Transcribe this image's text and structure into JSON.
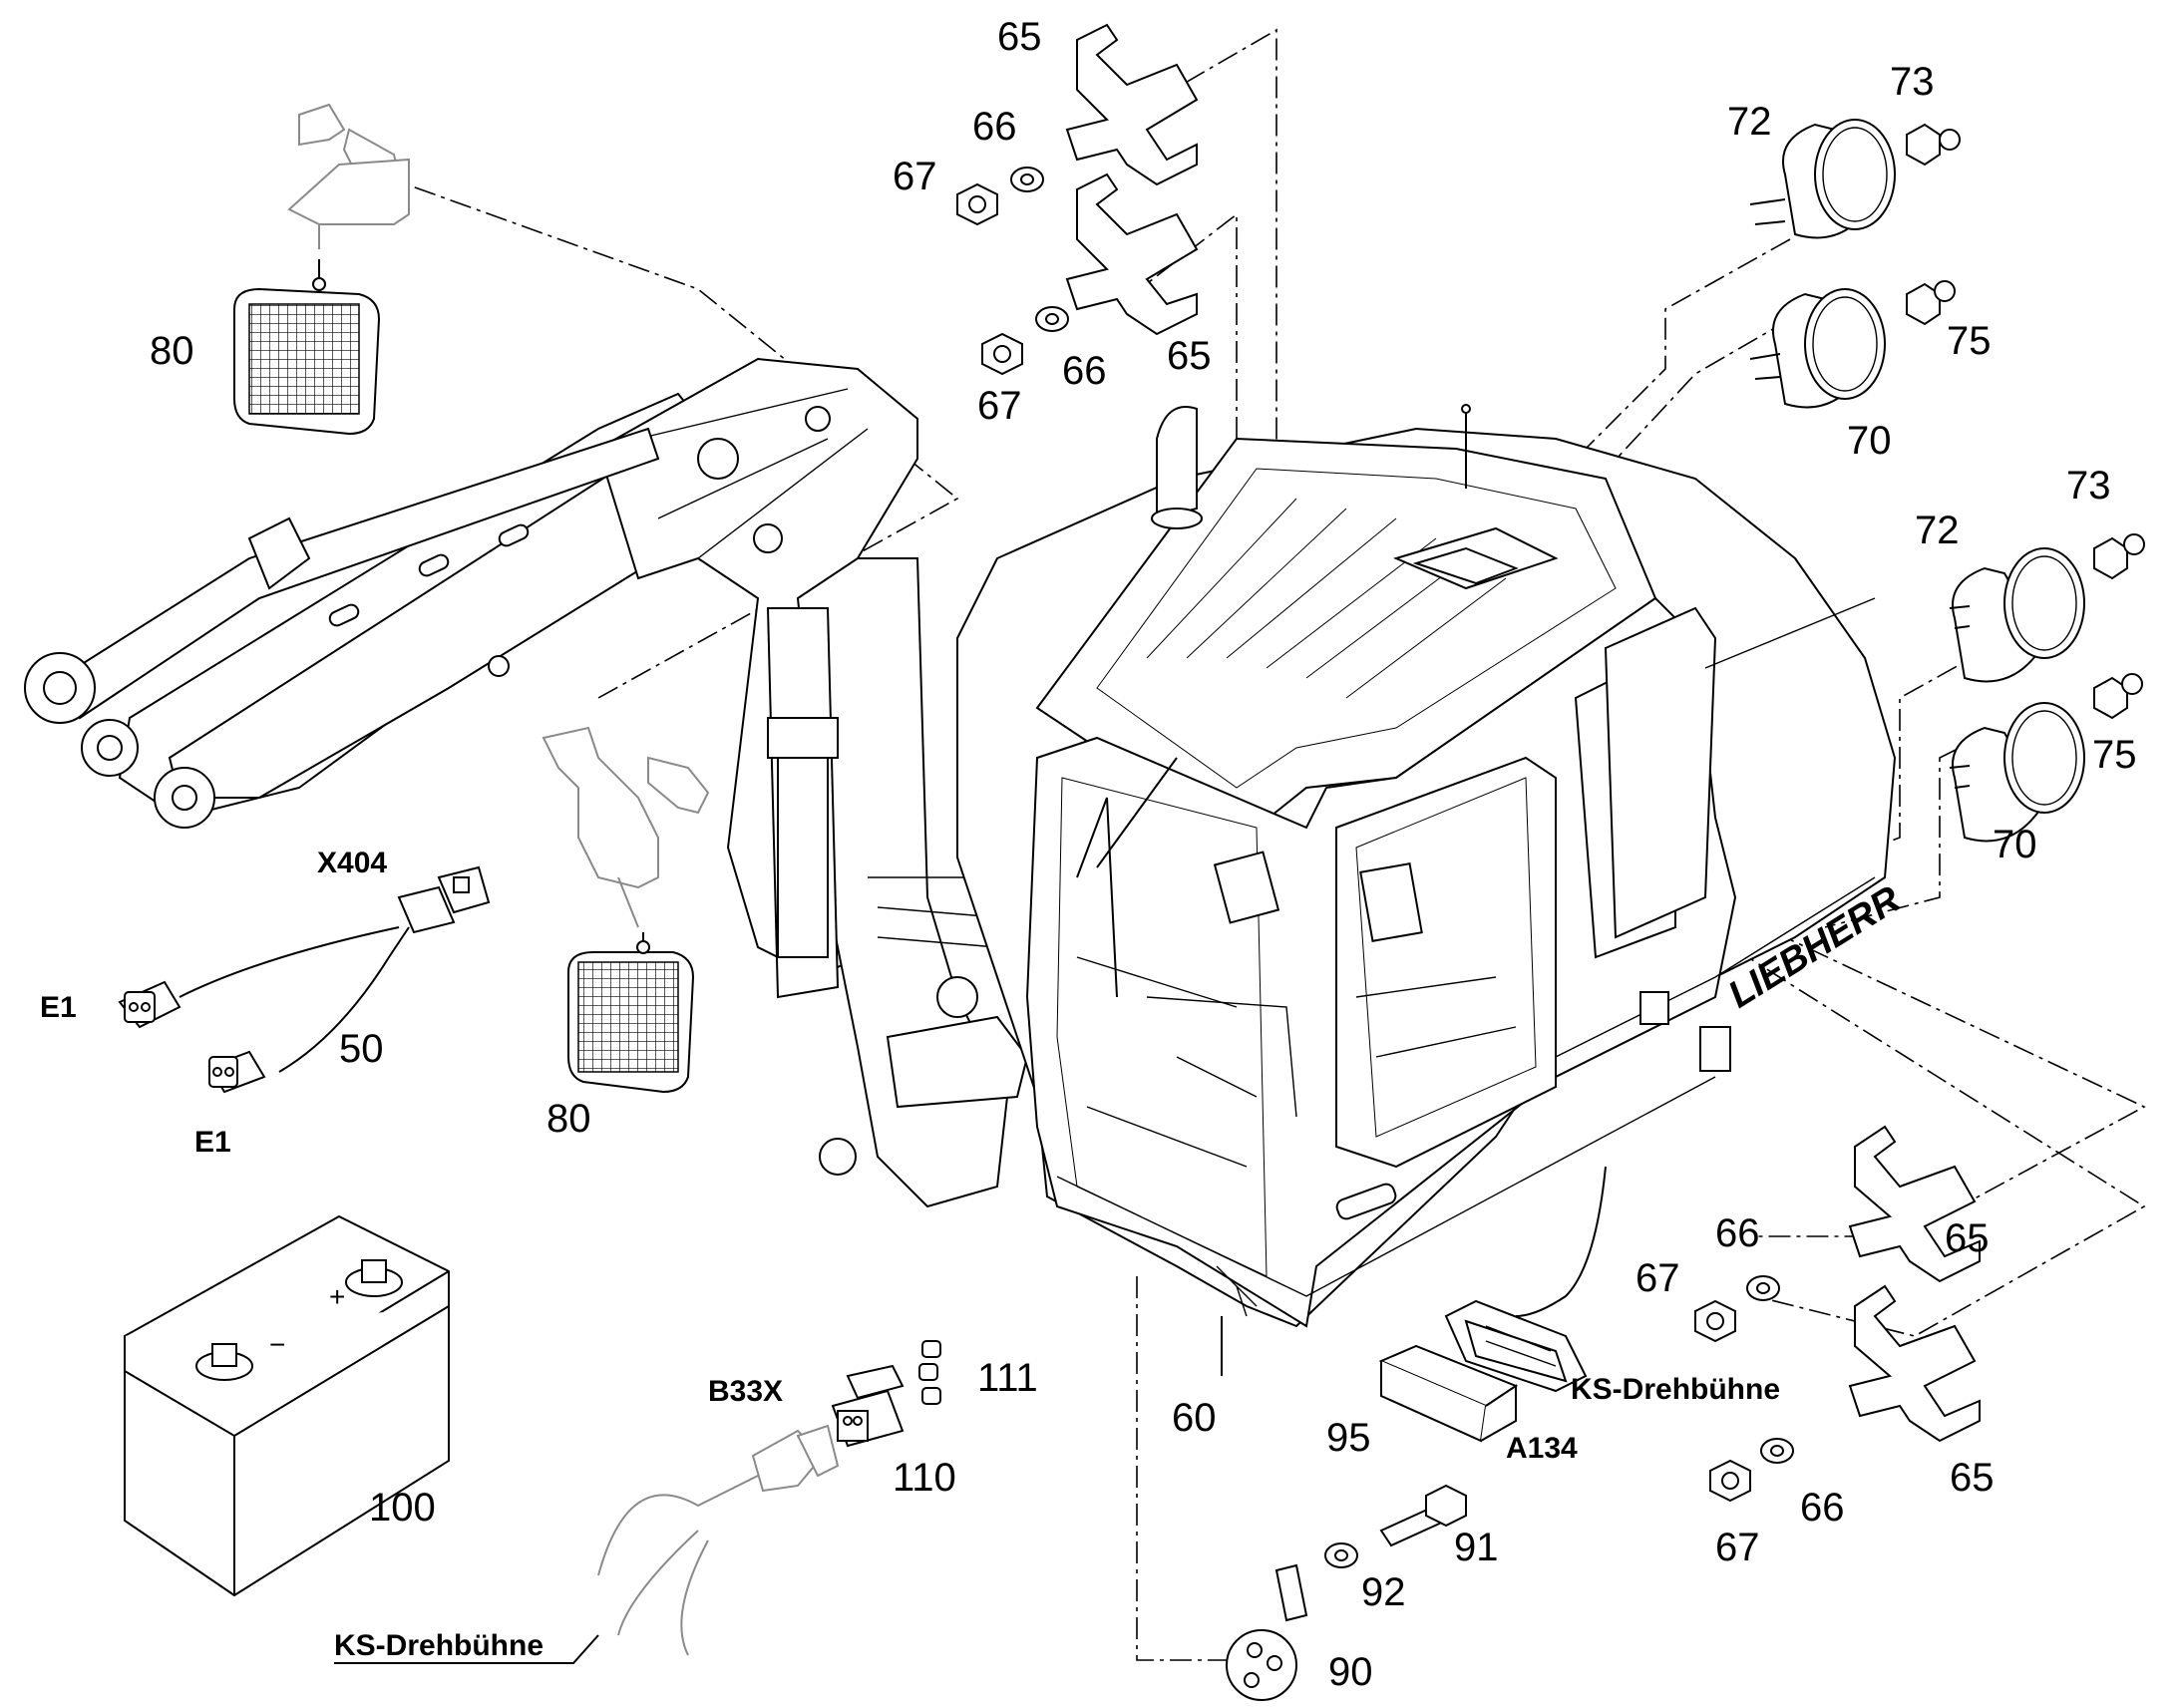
{
  "callouts": {
    "n65a": "65",
    "n66a": "66",
    "n67a": "67",
    "n67b": "67",
    "n66b": "66",
    "n65b": "65",
    "n72a": "72",
    "n73a": "73",
    "n75a": "75",
    "n70a": "70",
    "n72b": "72",
    "n73b": "73",
    "n75b": "75",
    "n70b": "70",
    "n80a": "80",
    "n80b": "80",
    "n50": "50",
    "n100": "100",
    "n111": "111",
    "n110": "110",
    "n60": "60",
    "n95": "95",
    "n66c": "66",
    "n67c": "67",
    "n65c": "65",
    "n67d": "67",
    "n66d": "66",
    "n65d": "65",
    "n91": "91",
    "n92": "92",
    "n90": "90"
  },
  "labels": {
    "x404": "X404",
    "e1_top": "E1",
    "e1_bottom": "E1",
    "b33x": "B33X",
    "ks_drehbuehne_left": "KS-Drehbühne",
    "ks_drehbuehne_right": "KS-Drehbühne",
    "a134": "A134",
    "brand": "LIEBHERR"
  },
  "battery_marks": {
    "plus": "+",
    "minus": "−"
  }
}
